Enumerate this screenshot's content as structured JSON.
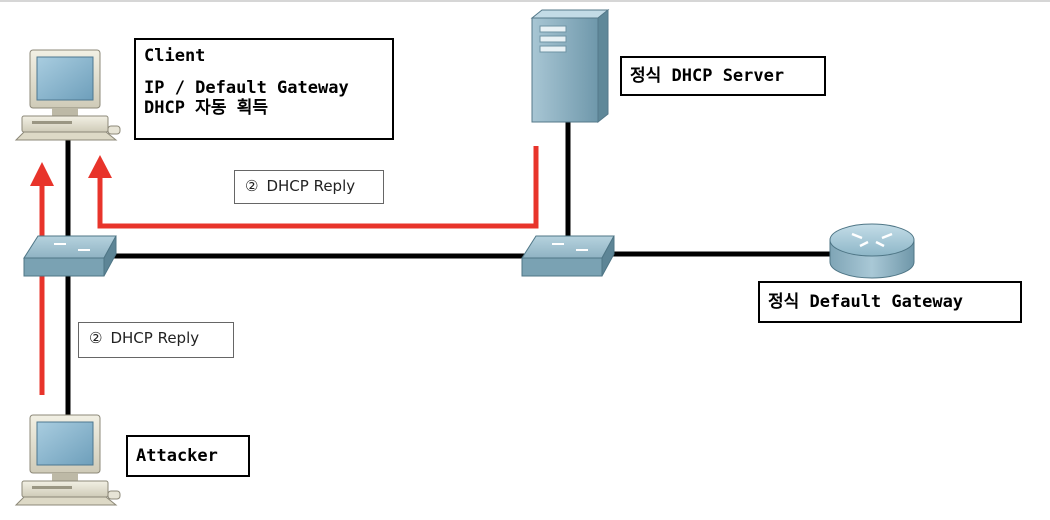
{
  "client_label": {
    "title": "Client",
    "line1": "IP / Default Gateway",
    "line2": "DHCP 자동 획득"
  },
  "server_label": "정식 DHCP Server",
  "gateway_label": "정식 Default Gateway",
  "attacker_label": "Attacker",
  "reply_labels": [
    {
      "number": "②",
      "text": "DHCP Reply"
    },
    {
      "number": "②",
      "text": "DHCP Reply"
    }
  ],
  "colors": {
    "cable": "#000000",
    "attack_arrow": "#e8342b",
    "device": "#6f9fb0"
  },
  "icons": [
    "computer-icon",
    "server-icon",
    "switch-icon",
    "router-icon"
  ]
}
